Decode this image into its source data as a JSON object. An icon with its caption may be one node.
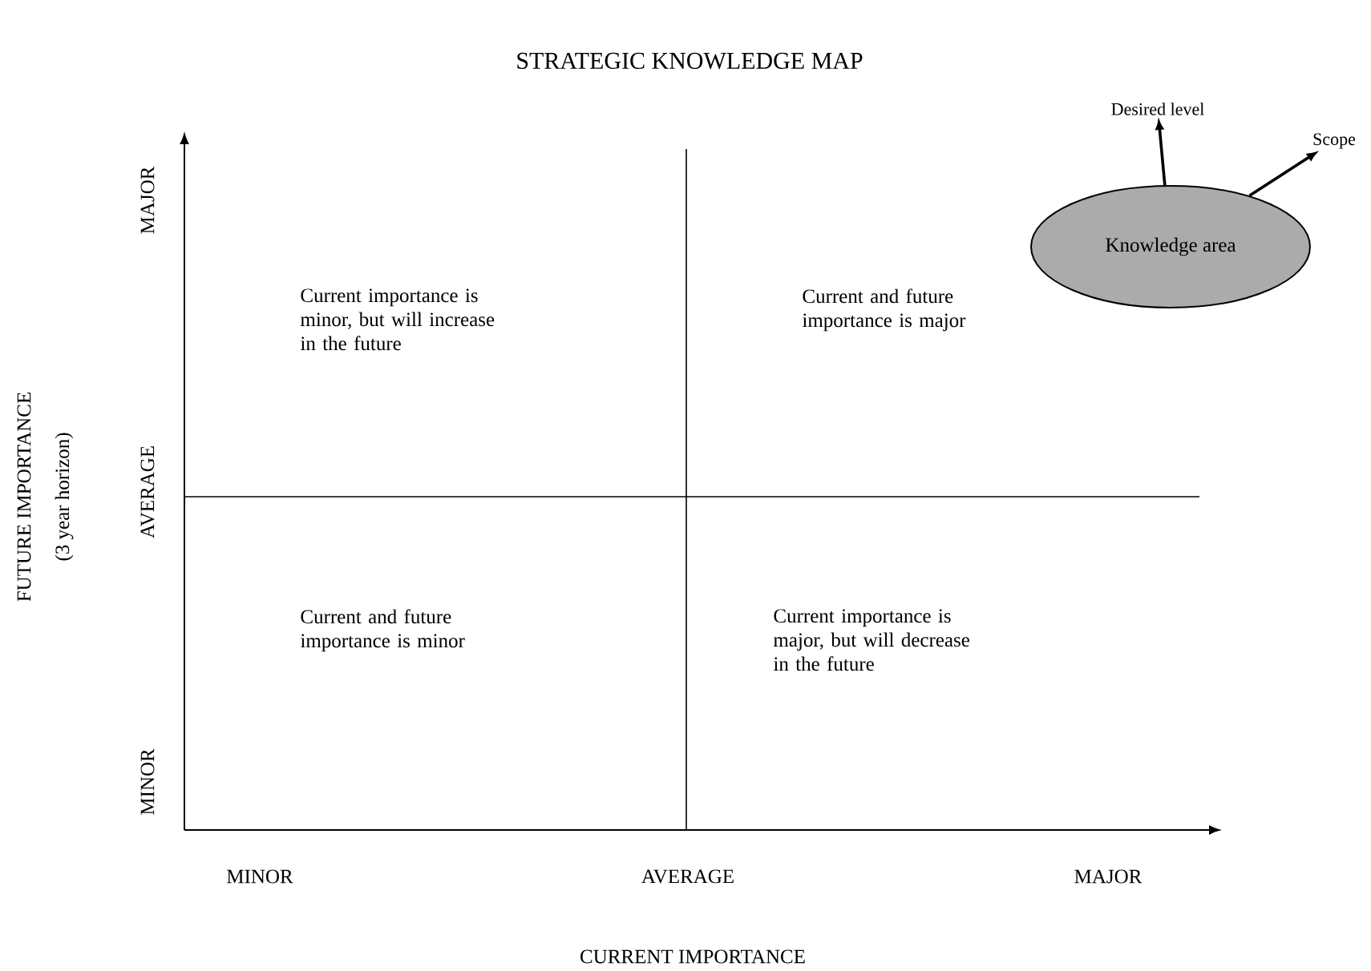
{
  "diagram": {
    "title": "STRATEGIC KNOWLEDGE MAP",
    "nodes": [
      {
        "text": [
          "Knowledge area"
        ]
      },
      {
        "text": [
          "Desired level"
        ]
      },
      {
        "text": [
          "Scope"
        ]
      }
    ],
    "edges": [
      {
        "from": 0,
        "to": 1,
        "arrow": "to"
      },
      {
        "from": 0,
        "to": 2,
        "arrow": "to"
      }
    ],
    "labels": [
      "MAJOR",
      "Current importance is minor, but will increase in the future",
      "Current and future importance is major",
      "FUTURE IMPORTANCE",
      "(3 year horizon)",
      "AVERAGE",
      "Current and future importance is minor",
      "Current importance is major, but will decrease in the future",
      "MINOR",
      "MINOR",
      "AVERAGE",
      "MAJOR",
      "CURRENT IMPORTANCE"
    ]
  }
}
